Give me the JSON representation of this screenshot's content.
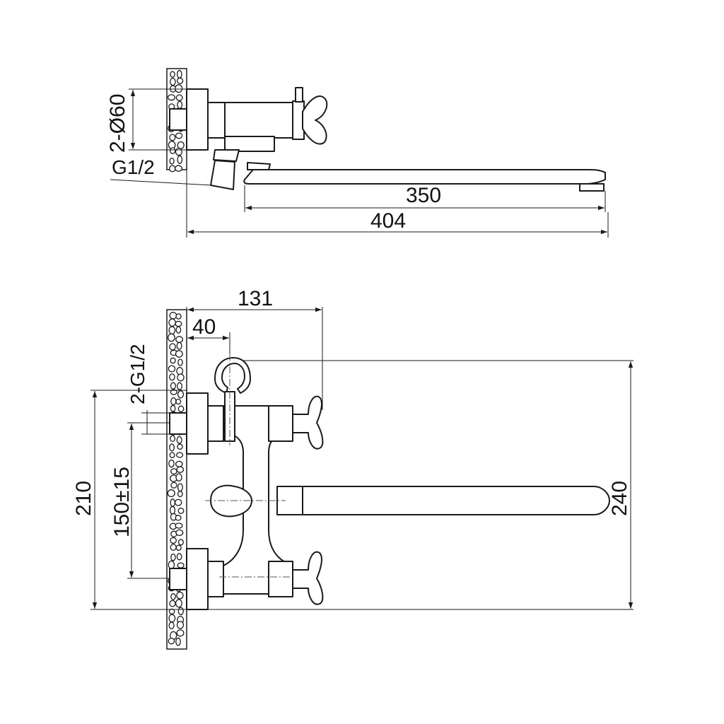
{
  "colors": {
    "line": "#1a1a1a",
    "background": "#ffffff"
  },
  "side_view": {
    "labels": {
      "eccentric_diameter": "2-Ø60",
      "inlet_thread": "G1/2"
    },
    "dimensions": {
      "spout_reach": "350",
      "total_reach": "404"
    }
  },
  "front_view": {
    "labels": {
      "inlet_thread": "2-G1/2"
    },
    "dimensions": {
      "handle_to_wall": "131",
      "holder_to_wall": "40",
      "total_height": "210",
      "inlet_spacing": "150±15",
      "spout_height": "240"
    }
  }
}
